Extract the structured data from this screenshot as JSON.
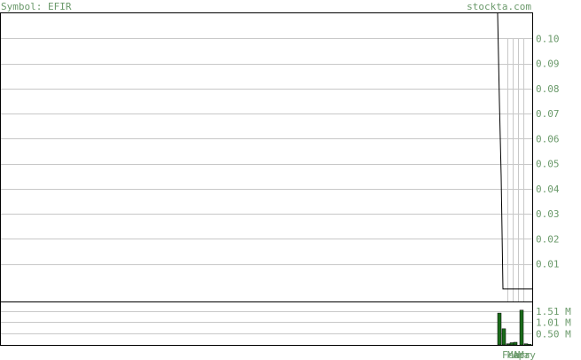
{
  "header": {
    "symbol_label": "Symbol: EFIR",
    "site_label": "stockta.com"
  },
  "chart_data": [
    {
      "type": "line",
      "title": "",
      "series": [
        {
          "values": [
            0.11,
            0.075,
            0.045,
            0.0,
            0.0,
            0.0,
            0.0,
            0.0
          ]
        }
      ],
      "x_positions_note": "",
      "ylim": [
        -0.005,
        0.11
      ],
      "yticks": [
        0.1,
        0.09,
        0.08,
        0.07,
        0.06,
        0.05,
        0.04,
        0.03,
        0.02,
        0.01
      ],
      "ytick_labels": [
        "0.10",
        "0.09",
        "0.08",
        "0.07",
        "0.06",
        "0.05",
        "0.04",
        "0.03",
        "0.02",
        "0.01"
      ],
      "grid": true
    },
    {
      "type": "bar",
      "title": "",
      "categories": [
        "Feb",
        "Mar",
        "Mar",
        "Apr",
        "Apr",
        "May",
        "May",
        "May"
      ],
      "values": [
        1.42,
        0.72,
        0.05,
        0.1,
        0.12,
        1.55,
        0.05,
        0.03
      ],
      "ylim": [
        0,
        1.9
      ],
      "yticks": [
        1.51,
        1.01,
        0.5
      ],
      "ytick_labels": [
        "1.51 M",
        "1.01 M",
        "0.50 M"
      ],
      "xtick_labels": [
        "Feb",
        "Mar",
        "Apr",
        "May"
      ],
      "bar_color": "#1a6b1a",
      "grid": true
    }
  ]
}
